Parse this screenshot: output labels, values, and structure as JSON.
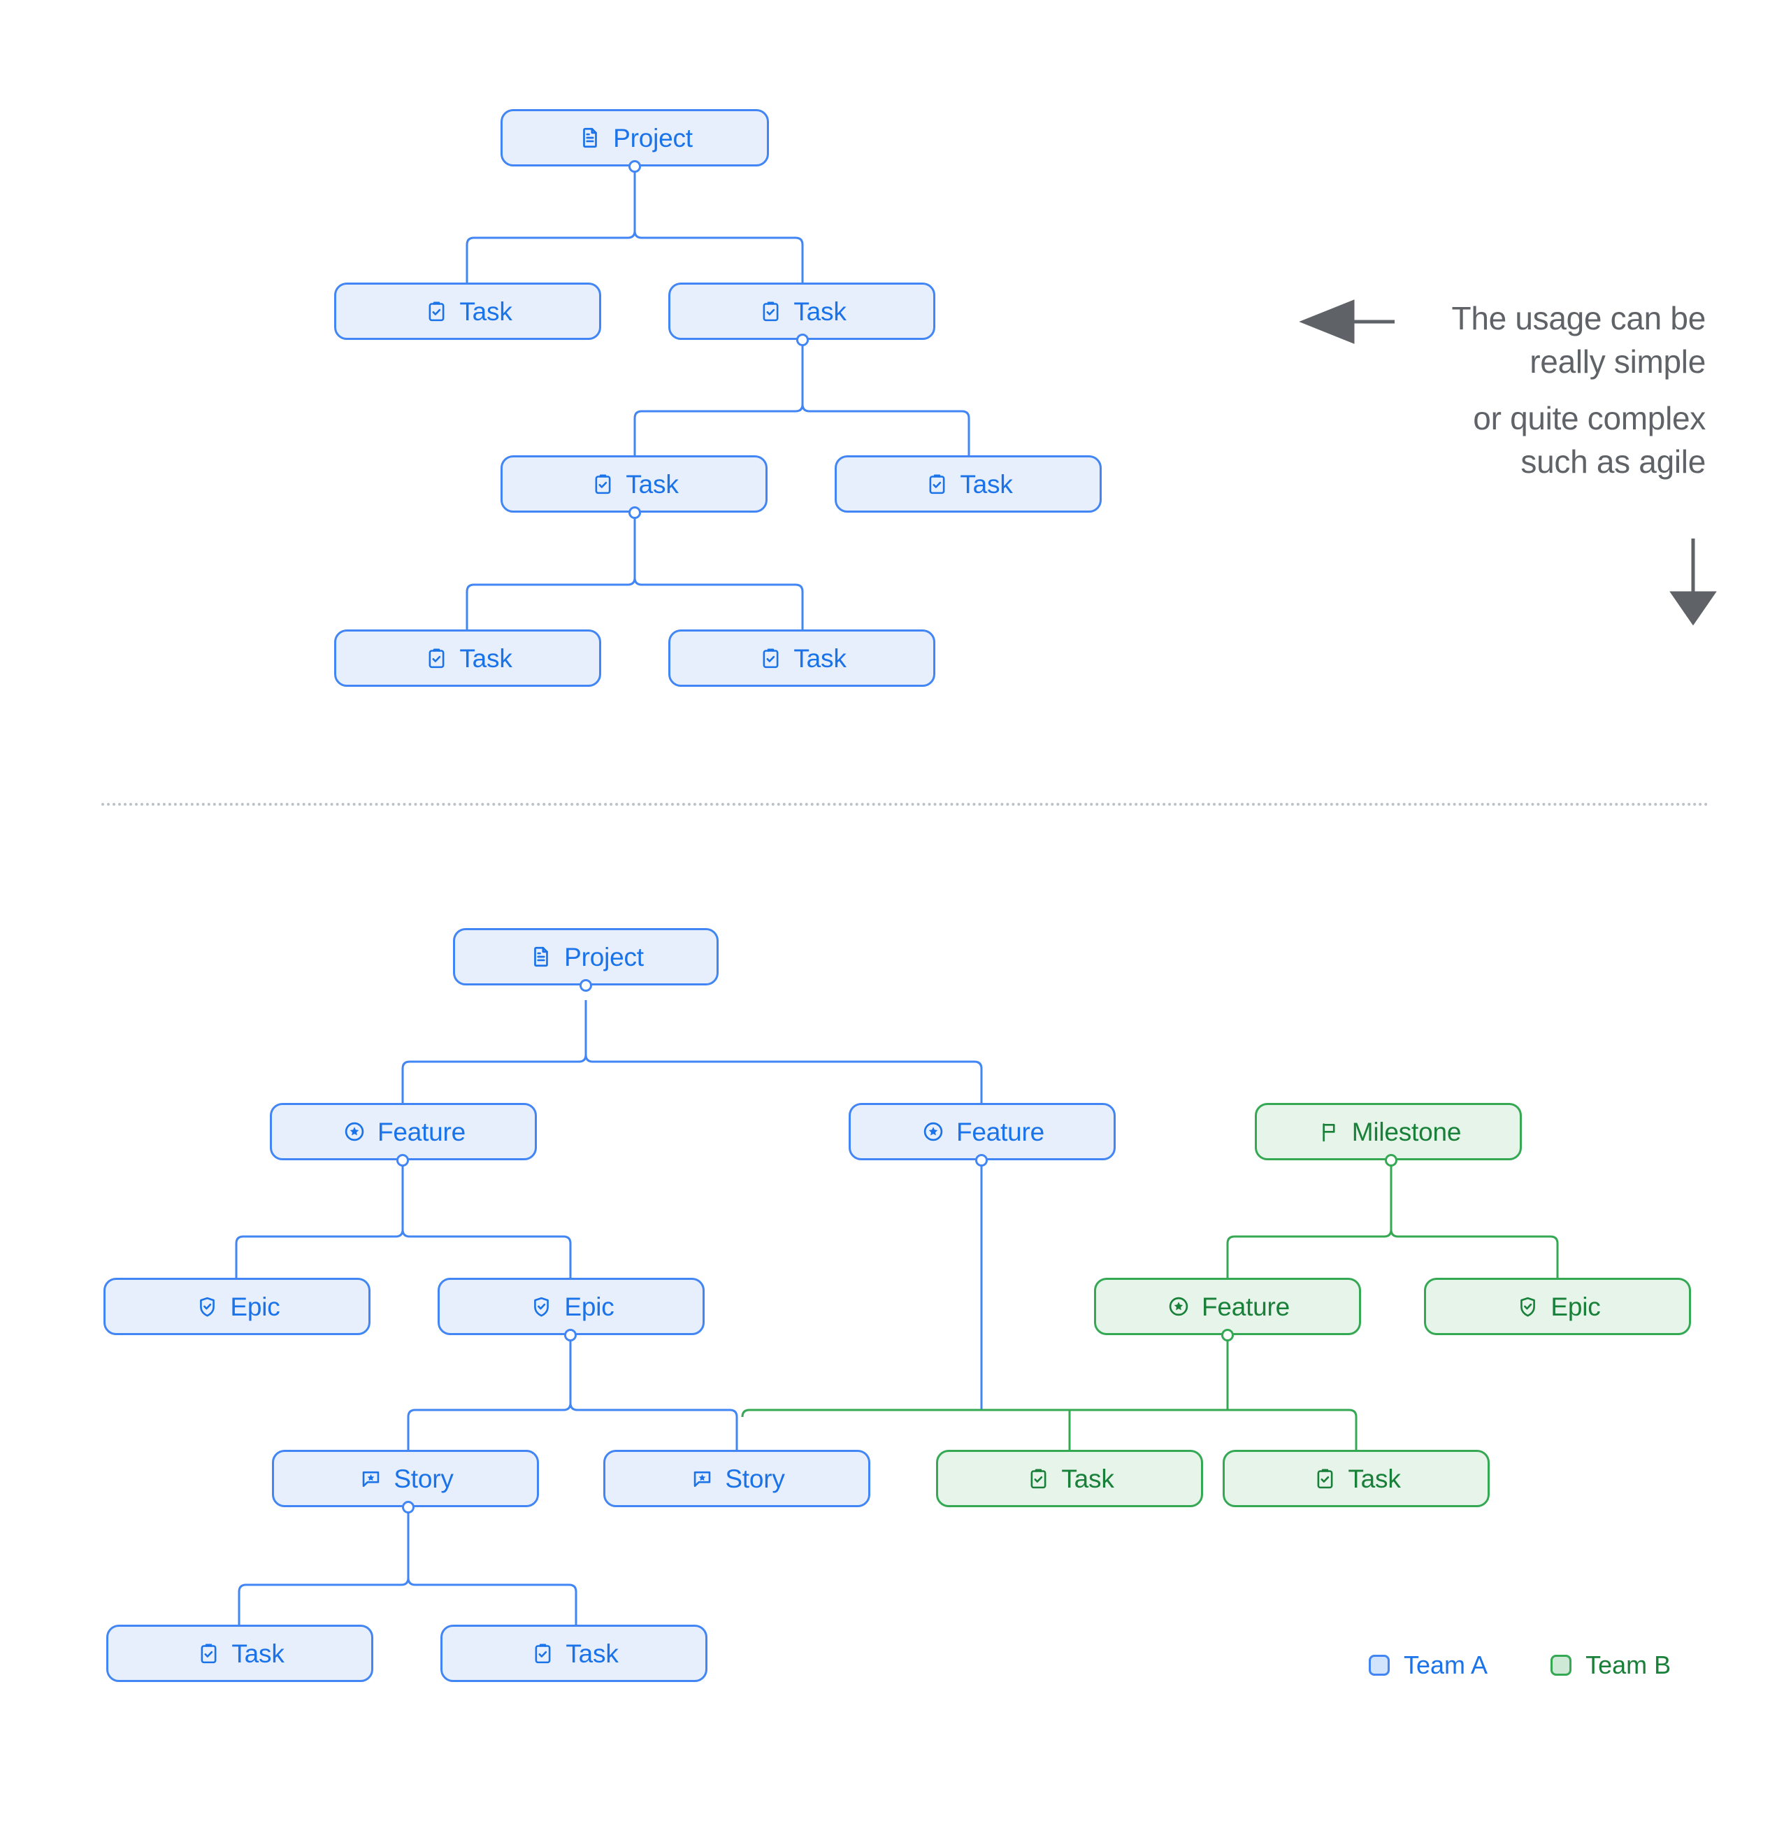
{
  "colors": {
    "blue_border": "#4285f4",
    "blue_fill": "#e8effc",
    "blue_text": "#1a73e8",
    "green_border": "#34a853",
    "green_fill": "#e6f4ea",
    "green_text": "#188038",
    "note_text": "#5f6368",
    "divider": "#bdc1c6"
  },
  "annotation": {
    "line1": "The usage can be",
    "line2": "really simple",
    "line3": "or quite complex",
    "line4": "such as agile",
    "left_arrow_icon": "arrow-left-icon",
    "down_arrow_icon": "arrow-down-icon"
  },
  "legend": {
    "items": [
      {
        "label": "Team A",
        "color": "#4285f4",
        "swatch": "blue"
      },
      {
        "label": "Team B",
        "color": "#34a853",
        "swatch": "green"
      }
    ]
  },
  "diagram_simple": {
    "title": "simple project tree",
    "nodes": [
      {
        "id": "s0",
        "label": "Project",
        "icon": "document-icon",
        "team": "blue"
      },
      {
        "id": "s1",
        "label": "Task",
        "icon": "task-clipboard-icon",
        "team": "blue"
      },
      {
        "id": "s2",
        "label": "Task",
        "icon": "task-clipboard-icon",
        "team": "blue"
      },
      {
        "id": "s3",
        "label": "Task",
        "icon": "task-clipboard-icon",
        "team": "blue"
      },
      {
        "id": "s4",
        "label": "Task",
        "icon": "task-clipboard-icon",
        "team": "blue"
      },
      {
        "id": "s5",
        "label": "Task",
        "icon": "task-clipboard-icon",
        "team": "blue"
      },
      {
        "id": "s6",
        "label": "Task",
        "icon": "task-clipboard-icon",
        "team": "blue"
      }
    ],
    "edges": [
      {
        "from": "s0",
        "to": "s1"
      },
      {
        "from": "s0",
        "to": "s2"
      },
      {
        "from": "s2",
        "to": "s3"
      },
      {
        "from": "s2",
        "to": "s4"
      },
      {
        "from": "s3",
        "to": "s5"
      },
      {
        "from": "s3",
        "to": "s6"
      }
    ]
  },
  "diagram_agile": {
    "title": "agile project tree",
    "nodes": [
      {
        "id": "a0",
        "label": "Project",
        "icon": "document-icon",
        "team": "blue"
      },
      {
        "id": "a1",
        "label": "Feature",
        "icon": "feature-star-icon",
        "team": "blue"
      },
      {
        "id": "a2",
        "label": "Feature",
        "icon": "feature-star-icon",
        "team": "blue"
      },
      {
        "id": "a3",
        "label": "Milestone",
        "icon": "flag-icon",
        "team": "green"
      },
      {
        "id": "a4",
        "label": "Epic",
        "icon": "epic-shield-icon",
        "team": "blue"
      },
      {
        "id": "a5",
        "label": "Epic",
        "icon": "epic-shield-icon",
        "team": "blue"
      },
      {
        "id": "a6",
        "label": "Feature",
        "icon": "feature-star-icon",
        "team": "green"
      },
      {
        "id": "a7",
        "label": "Epic",
        "icon": "epic-shield-icon",
        "team": "green"
      },
      {
        "id": "a8",
        "label": "Story",
        "icon": "story-bubble-icon",
        "team": "blue"
      },
      {
        "id": "a9",
        "label": "Story",
        "icon": "story-bubble-icon",
        "team": "blue"
      },
      {
        "id": "a10",
        "label": "Task",
        "icon": "task-clipboard-icon",
        "team": "green"
      },
      {
        "id": "a11",
        "label": "Task",
        "icon": "task-clipboard-icon",
        "team": "green"
      },
      {
        "id": "a12",
        "label": "Task",
        "icon": "task-clipboard-icon",
        "team": "blue"
      },
      {
        "id": "a13",
        "label": "Task",
        "icon": "task-clipboard-icon",
        "team": "blue"
      }
    ],
    "edges": [
      {
        "from": "a0",
        "to": "a1"
      },
      {
        "from": "a0",
        "to": "a2"
      },
      {
        "from": "a3",
        "to": "a6"
      },
      {
        "from": "a3",
        "to": "a7"
      },
      {
        "from": "a1",
        "to": "a4"
      },
      {
        "from": "a1",
        "to": "a5"
      },
      {
        "from": "a5",
        "to": "a8"
      },
      {
        "from": "a5",
        "to": "a9"
      },
      {
        "from": "a2",
        "to": "a10"
      },
      {
        "from": "a6",
        "to": "a10"
      },
      {
        "from": "a6",
        "to": "a11"
      },
      {
        "from": "a8",
        "to": "a12"
      },
      {
        "from": "a8",
        "to": "a13"
      }
    ]
  }
}
